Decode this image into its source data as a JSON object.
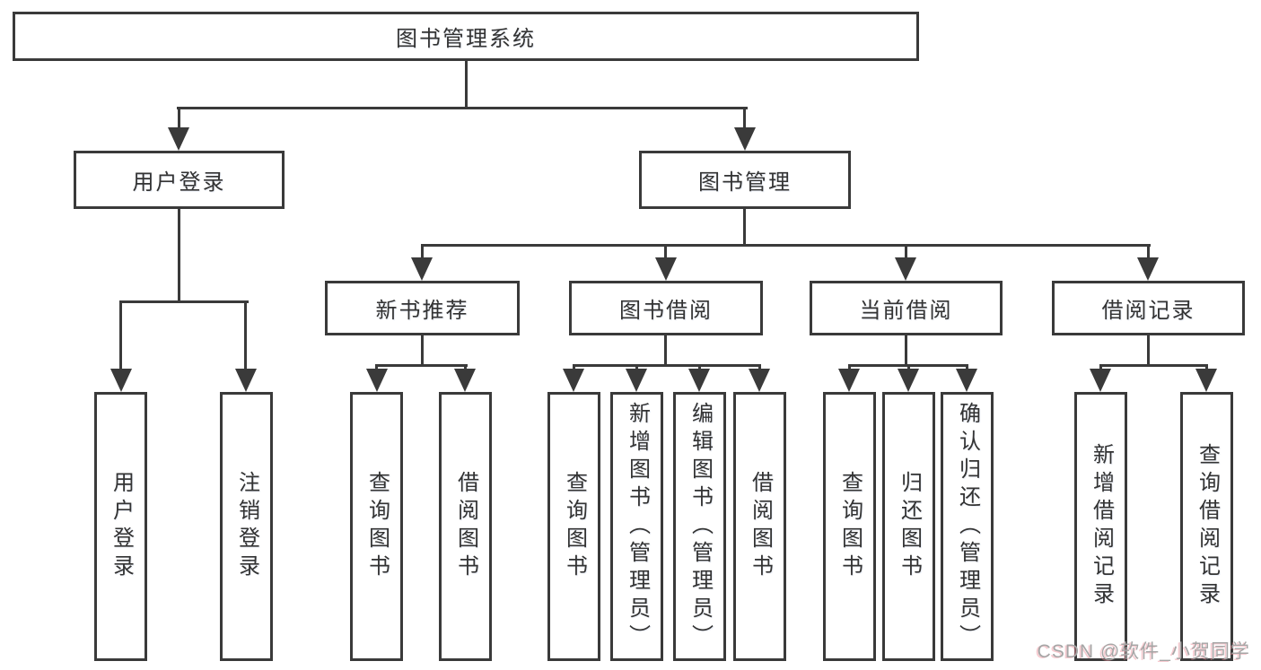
{
  "tree": {
    "root": "图书管理系统",
    "user_login": {
      "label": "用户登录",
      "children": [
        "用户登录",
        "注销登录"
      ]
    },
    "book_mgmt": {
      "label": "图书管理",
      "sections": [
        {
          "label": "新书推荐",
          "children": [
            "查询图书",
            "借阅图书"
          ]
        },
        {
          "label": "图书借阅",
          "children": [
            "查询图书",
            "新增图书（管理员）",
            "编辑图书（管理员）",
            "借阅图书"
          ]
        },
        {
          "label": "当前借阅",
          "children": [
            "查询图书",
            "归还图书",
            "确认归还（管理员）"
          ]
        },
        {
          "label": "借阅记录",
          "children": [
            "新增借阅记录",
            "查询借阅记录"
          ]
        }
      ]
    }
  },
  "watermark": "CSDN @软件_小贺同学",
  "colors": {
    "line": "#3a3a3a",
    "text": "#333333",
    "background": "#ffffff",
    "watermark_text": "#a6a6a6",
    "watermark_tint": "#ee8c96"
  }
}
